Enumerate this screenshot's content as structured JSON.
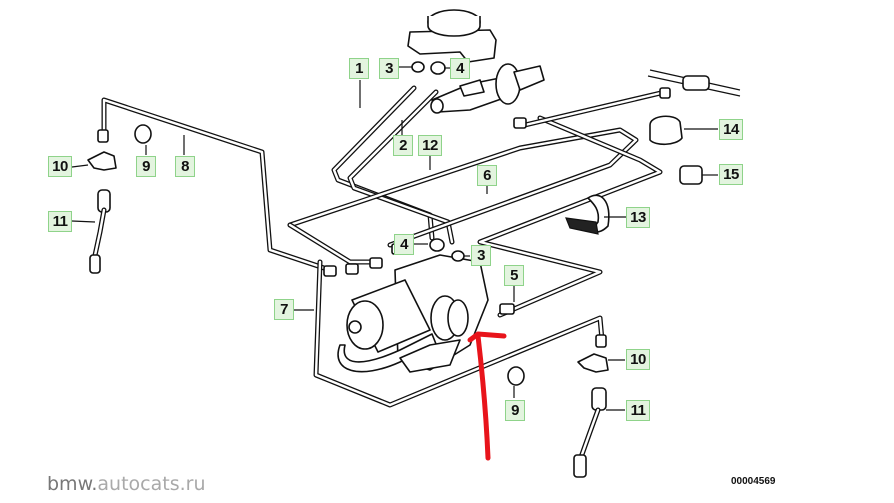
{
  "diagram": {
    "title": "Brake lines / ABS hydraulic unit exploded view",
    "diagram_number": "00004569",
    "annotation_color": "#e8141b",
    "callout_fill": "#e3f4df",
    "callout_border": "#8fd38a",
    "callouts": [
      {
        "id": "c1",
        "label": "1"
      },
      {
        "id": "c3a",
        "label": "3"
      },
      {
        "id": "c4a",
        "label": "4"
      },
      {
        "id": "c2",
        "label": "2"
      },
      {
        "id": "c12",
        "label": "12"
      },
      {
        "id": "c6",
        "label": "6"
      },
      {
        "id": "c14",
        "label": "14"
      },
      {
        "id": "c15",
        "label": "15"
      },
      {
        "id": "c13",
        "label": "13"
      },
      {
        "id": "c10a",
        "label": "10"
      },
      {
        "id": "c9a",
        "label": "9"
      },
      {
        "id": "c8",
        "label": "8"
      },
      {
        "id": "c11a",
        "label": "11"
      },
      {
        "id": "c4b",
        "label": "4"
      },
      {
        "id": "c3b",
        "label": "3"
      },
      {
        "id": "c5",
        "label": "5"
      },
      {
        "id": "c7",
        "label": "7"
      },
      {
        "id": "c10b",
        "label": "10"
      },
      {
        "id": "c9b",
        "label": "9"
      },
      {
        "id": "c11b",
        "label": "11"
      }
    ]
  },
  "watermark": {
    "part1": "bmw.",
    "part2": "autocats.ru"
  }
}
